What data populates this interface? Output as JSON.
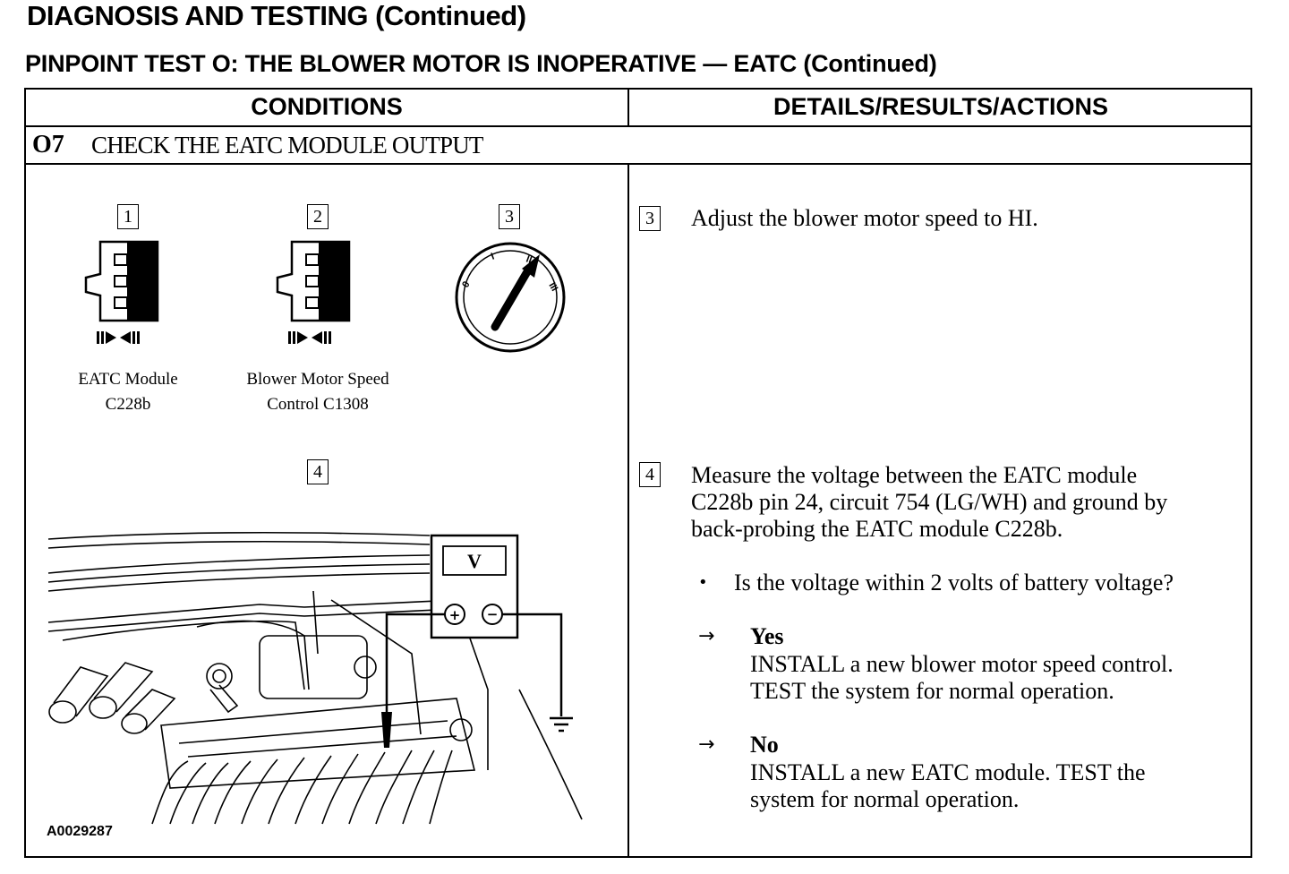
{
  "header": {
    "section_title": "DIAGNOSIS AND TESTING (Continued)",
    "test_title": "PINPOINT TEST O: THE BLOWER MOTOR IS INOPERATIVE — EATC (Continued)"
  },
  "table": {
    "col_conditions": "CONDITIONS",
    "col_details": "DETAILS/RESULTS/ACTIONS",
    "step_number": "O7",
    "step_title": "CHECK THE EATC MODULE OUTPUT"
  },
  "figures": {
    "callouts": [
      "1",
      "2",
      "3",
      "4"
    ],
    "connector1_caption_line1": "EATC Module",
    "connector1_caption_line2": "C228b",
    "connector2_caption_line1": "Blower Motor Speed",
    "connector2_caption_line2": "Control C1308",
    "switch_labels": [
      "0",
      "I",
      "II",
      "III"
    ],
    "meter_display": "V",
    "meter_plus": "+",
    "meter_minus": "−",
    "figure_code": "A0029287",
    "icons": [
      "connector-icon",
      "ignition-switch-icon",
      "voltmeter-icon",
      "ground-symbol-icon"
    ]
  },
  "actions": {
    "step3_callout": "3",
    "step3_text": "Adjust the blower motor speed to HI.",
    "step4_callout": "4",
    "step4_line1": "Measure the voltage between the EATC module",
    "step4_line2": "C228b pin 24, circuit 754 (LG/WH) and ground by",
    "step4_line3": "back-probing the EATC module C228b.",
    "question": "Is the voltage within 2 volts of battery voltage?",
    "yes_label": "Yes",
    "yes_line1": "INSTALL a new blower motor speed control.",
    "yes_line2": "TEST the system for normal operation.",
    "no_label": "No",
    "no_line1": "INSTALL a new EATC module. TEST the",
    "no_line2": "system for normal operation."
  }
}
